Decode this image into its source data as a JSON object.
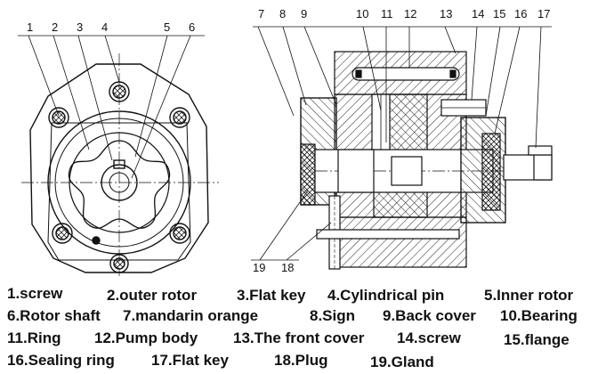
{
  "callouts": [
    "1",
    "2",
    "3",
    "4",
    "5",
    "6",
    "7",
    "8",
    "9",
    "10",
    "11",
    "12",
    "13",
    "14",
    "15",
    "16",
    "17",
    "18",
    "19"
  ],
  "legend": [
    [
      "1.screw",
      "2.outer rotor",
      "3.Flat key",
      "4.Cylindrical pin",
      "5.Inner rotor"
    ],
    [
      "6.Rotor shaft",
      "7.mandarin orange",
      "8.Sign",
      "9.Back cover",
      "10.Bearing"
    ],
    [
      "11.Ring",
      "12.Pump body",
      "13.The front cover",
      "14.screw",
      "15.flange"
    ],
    [
      "16.Sealing ring",
      "17.Flat key",
      "18.Plug",
      "19.Gland"
    ]
  ]
}
